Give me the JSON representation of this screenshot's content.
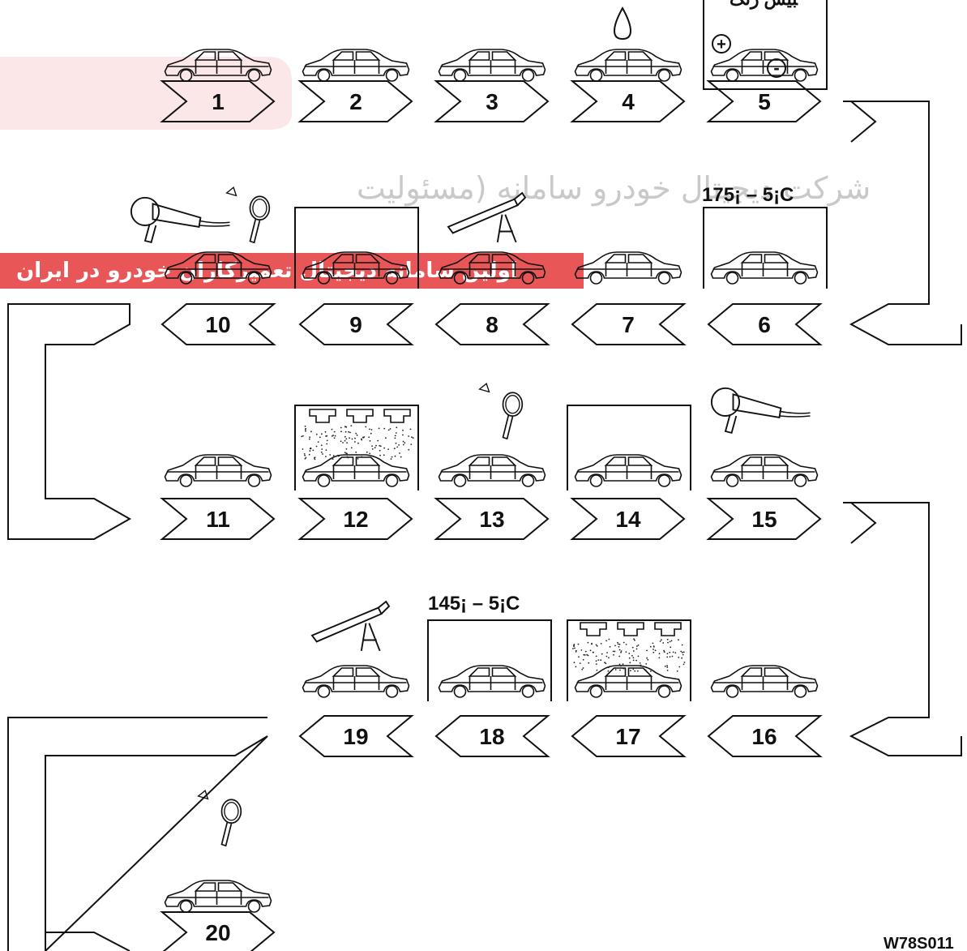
{
  "header_fragment": "ﺒﻴﺶ ﺭﻧﮓ",
  "steps": [
    {
      "number": "1",
      "label": "1"
    },
    {
      "number": "2",
      "label": "2"
    },
    {
      "number": "3",
      "label": "3"
    },
    {
      "number": "4",
      "label": "4"
    },
    {
      "number": "5",
      "label": "5"
    },
    {
      "number": "6",
      "label": "6"
    },
    {
      "number": "7",
      "label": "7"
    },
    {
      "number": "8",
      "label": "8"
    },
    {
      "number": "9",
      "label": "9"
    },
    {
      "number": "10",
      "label": "10"
    },
    {
      "number": "11",
      "label": "11"
    },
    {
      "number": "12",
      "label": "12"
    },
    {
      "number": "13",
      "label": "13"
    },
    {
      "number": "14",
      "label": "14"
    },
    {
      "number": "15",
      "label": "15"
    },
    {
      "number": "16",
      "label": "16"
    },
    {
      "number": "17",
      "label": "17"
    },
    {
      "number": "18",
      "label": "18"
    },
    {
      "number": "19",
      "label": "19"
    },
    {
      "number": "20",
      "label": "20"
    }
  ],
  "oven_temperatures": {
    "step6": "175¡ – 5¡C",
    "step18": "145¡ – 5¡C"
  },
  "electro_symbols": {
    "plus": "+",
    "minus": "-"
  },
  "watermark": {
    "line1": "شرکت دیجیتال خودرو سامانه (مسئولیت",
    "line2": "اولین سامانه دیجیتال تعمیرکاران خودرو در ایران"
  },
  "figure_code": "W78S011"
}
